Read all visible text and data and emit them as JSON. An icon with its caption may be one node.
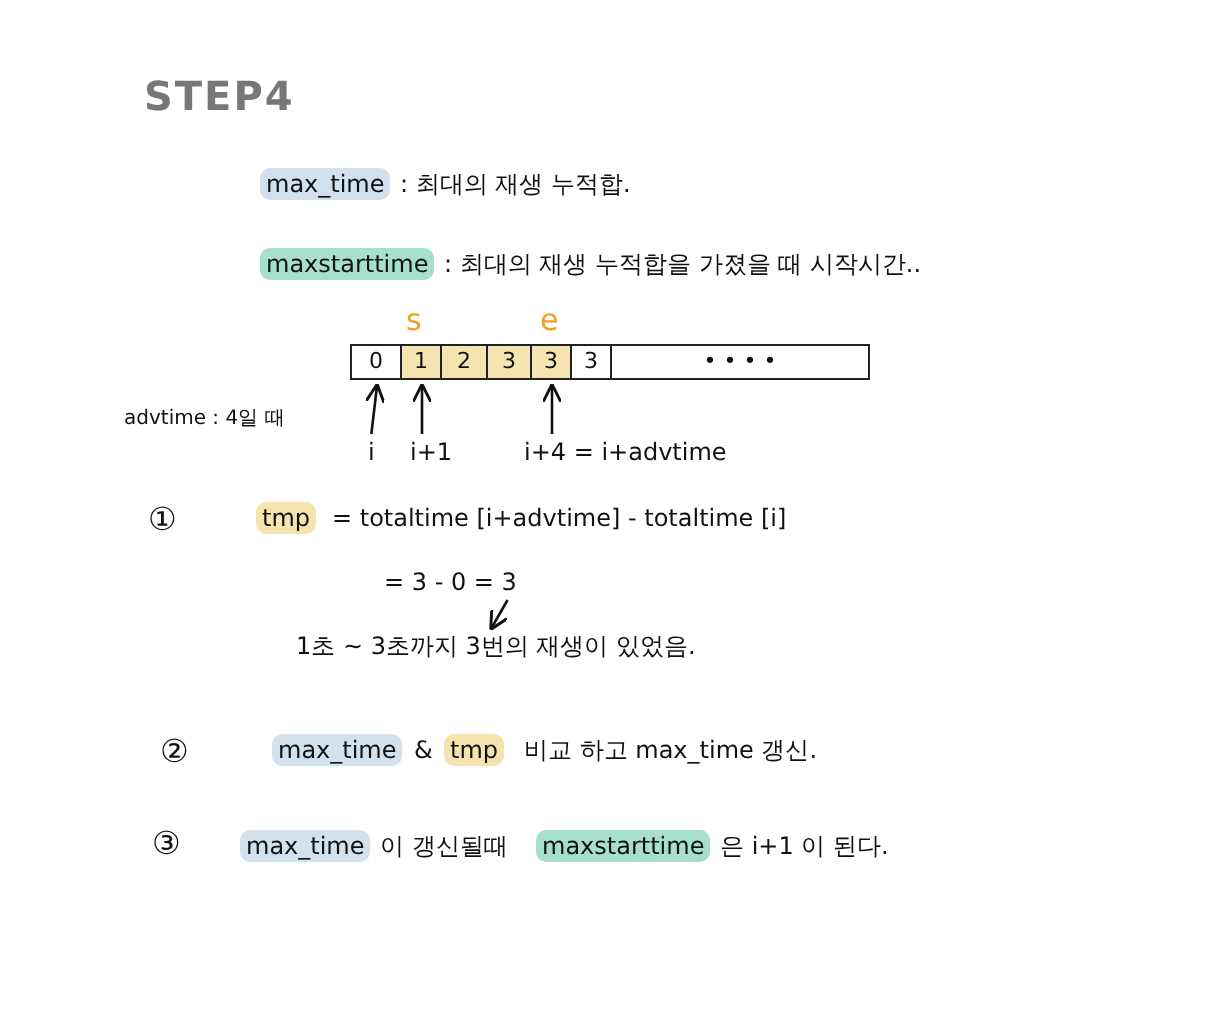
{
  "diagram": {
    "title": "STEP4",
    "nodes": [
      {
        "text": [],
        "shape": "bar"
      },
      {
        "text": [
          "0"
        ],
        "in": 0
      },
      {
        "text": [
          "1"
        ],
        "in": 0
      },
      {
        "text": [
          "2"
        ],
        "in": 0
      },
      {
        "text": [
          "3"
        ],
        "in": 0
      },
      {
        "text": [
          "3"
        ],
        "in": 0
      },
      {
        "text": [
          "3"
        ],
        "in": 0
      },
      {
        "text": [
          "• • • •"
        ],
        "in": 0
      },
      {
        "text": [
          "i"
        ]
      },
      {
        "text": [
          "i+1"
        ]
      },
      {
        "text": [
          "i+4 = i+advtime"
        ]
      },
      {
        "text": [
          "= 3 - 0 = 3"
        ]
      },
      {
        "text": [
          "1초 ~ 3초까지 3번의 재생이 있었음."
        ]
      }
    ],
    "edges": [
      {
        "from": 8,
        "to": 1,
        "arrow": "to"
      },
      {
        "from": 9,
        "to": 2,
        "arrow": "to"
      },
      {
        "from": 10,
        "to": 5,
        "arrow": "to"
      },
      {
        "from": 11,
        "to": 12,
        "arrow": "to"
      }
    ],
    "labels": [
      "max_time",
      ": 최대의 재생 누적합.",
      "maxstarttime",
      ": 최대의 재생 누적합을 가졌을 때 시작시간..",
      "s",
      "e",
      "advtime : 4일 때",
      "①",
      "tmp",
      "= totaltime [i+advtime] - totaltime [i]",
      "②",
      "max_time",
      "&",
      "tmp",
      "비교 하고 max_time 갱신.",
      "③",
      "max_time",
      "이 갱신될때",
      "maxstarttime",
      "은 i+1 이 된다."
    ]
  }
}
